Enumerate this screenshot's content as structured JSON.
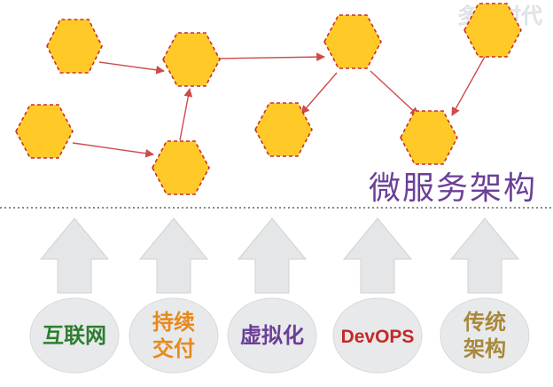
{
  "title": "微服务架构",
  "watermark": "多智时代",
  "colors": {
    "hex_fill": "#ffc928",
    "hex_stroke": "#c8322a",
    "link": "#cf4b4b",
    "title": "#6b3f98"
  },
  "categories": [
    {
      "id": "internet",
      "lines": [
        "互联网"
      ],
      "color": "#2e7d32"
    },
    {
      "id": "continuous-delivery",
      "lines": [
        "持续",
        "交付"
      ],
      "color": "#e8891a"
    },
    {
      "id": "virtualization",
      "lines": [
        "虚拟化"
      ],
      "color": "#6b3f98"
    },
    {
      "id": "devops",
      "lines": [
        "DevOPS"
      ],
      "color": "#c62828"
    },
    {
      "id": "traditional-architecture",
      "lines": [
        "传统",
        "架构"
      ],
      "color": "#a8883a"
    }
  ]
}
